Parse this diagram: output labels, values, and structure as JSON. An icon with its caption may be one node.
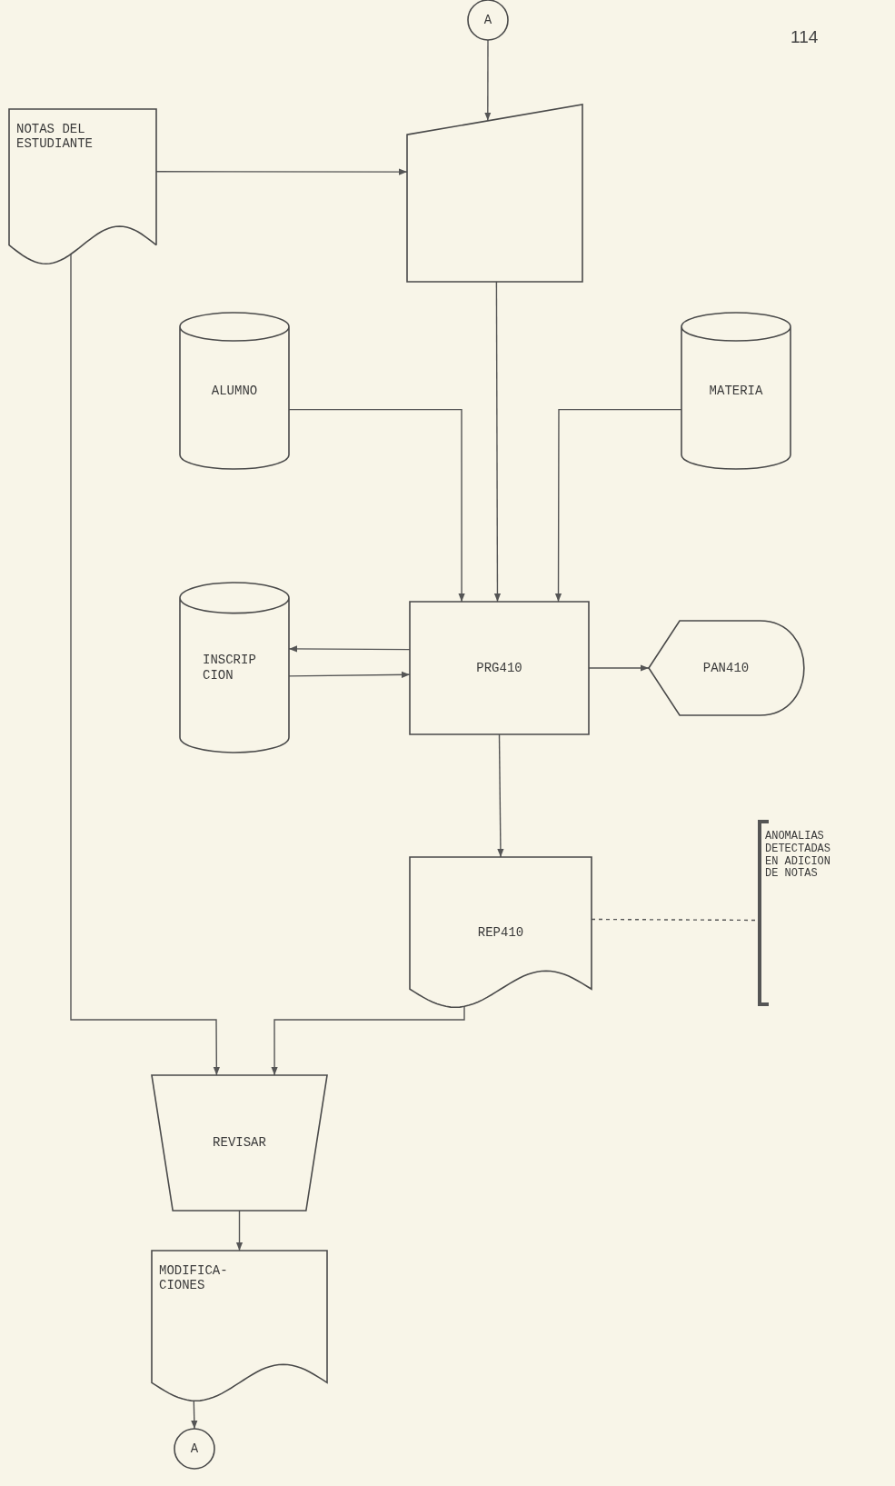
{
  "diagram": {
    "nodes": [
      {
        "text": [
          "A"
        ]
      },
      {
        "text": [
          "NOTAS DEL ESTUDIANTE"
        ]
      },
      {
        "text": [],
        "shape": "trapezoid"
      },
      {
        "text": [
          "ALUMNO"
        ]
      },
      {
        "text": [
          "MATERIA"
        ]
      },
      {
        "text": [
          "INSCRIP CION"
        ]
      },
      {
        "text": [
          "PRG410"
        ]
      },
      {
        "text": [
          "PAN410"
        ]
      },
      {
        "text": [
          "REP410"
        ]
      },
      {
        "text": [
          "ANOMALIAS DETECTADAS EN ADICION DE NOTAS"
        ]
      },
      {
        "text": [
          "REVISAR"
        ]
      },
      {
        "text": [
          "MODIFICA- CIONES"
        ]
      },
      {
        "text": [
          "A"
        ]
      }
    ],
    "edges": [
      {
        "from": 0,
        "to": 2,
        "arrow": "to"
      },
      {
        "from": 1,
        "to": 2,
        "arrow": "to"
      },
      {
        "from": 2,
        "to": 6,
        "arrow": "to"
      },
      {
        "from": 3,
        "to": 6,
        "arrow": "to"
      },
      {
        "from": 4,
        "to": 6,
        "arrow": "to"
      },
      {
        "from": 6,
        "to": 5,
        "arrow": "to"
      },
      {
        "from": 5,
        "to": 6,
        "arrow": "to"
      },
      {
        "from": 6,
        "to": 7,
        "arrow": "to"
      },
      {
        "from": 6,
        "to": 8,
        "arrow": "to"
      },
      {
        "from": 8,
        "to": 9,
        "arrow": "none",
        "style": "dashed"
      },
      {
        "from": 1,
        "to": 10,
        "arrow": "to"
      },
      {
        "from": 8,
        "to": 10,
        "arrow": "to"
      },
      {
        "from": 10,
        "to": 11,
        "arrow": "to"
      },
      {
        "from": 11,
        "to": 12,
        "arrow": "to"
      }
    ],
    "labels": [
      "114"
    ]
  }
}
